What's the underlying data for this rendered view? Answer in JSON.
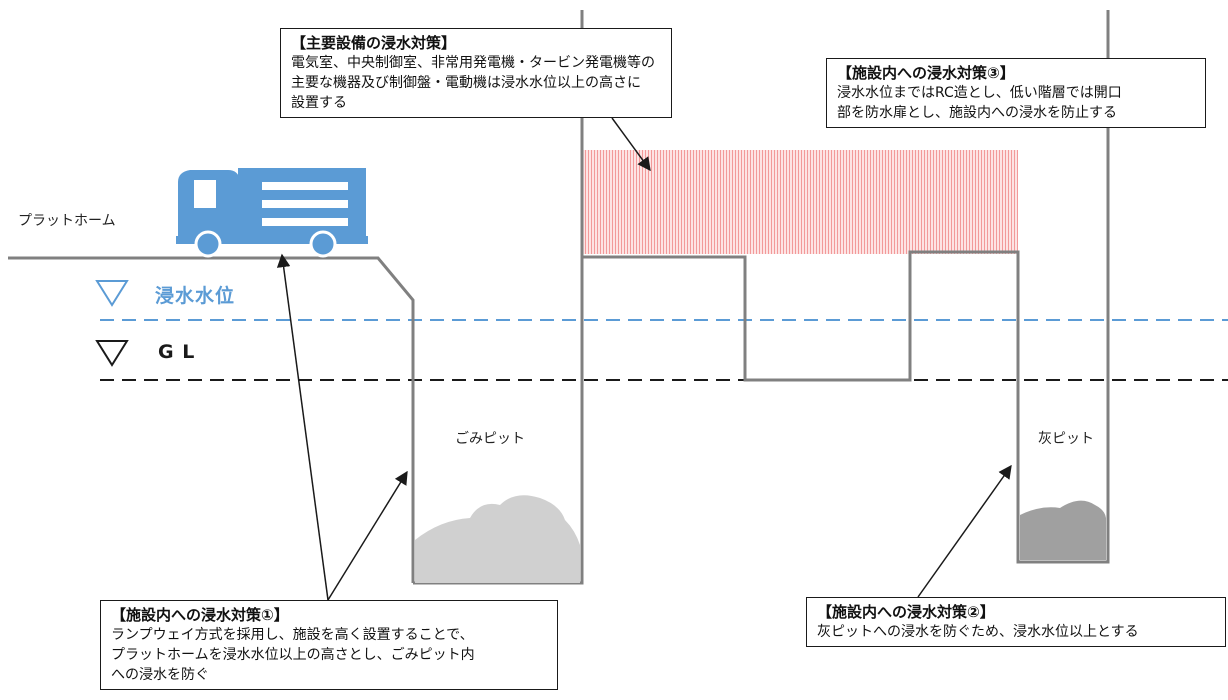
{
  "labels": {
    "platform": "プラットホーム",
    "flood_level": "浸水水位",
    "ground_level": "G L",
    "garbage_pit": "ごみピット",
    "ash_pit": "灰ピット",
    "level_marker": "▽"
  },
  "callouts": {
    "main_equipment": {
      "title": "【主要設備の浸水対策】",
      "lines": [
        "電気室、中央制御室、非常用発電機・タービン発電機等の",
        "主要な機器及び制御盤・電動機は浸水水位以上の高さに",
        "設置する"
      ]
    },
    "measure_3": {
      "title": "【施設内への浸水対策③】",
      "lines": [
        "浸水水位まではRC造とし、低い階層では開口",
        "部を防水扉とし、施設内への浸水を防止する"
      ]
    },
    "measure_1": {
      "title": "【施設内への浸水対策①】",
      "lines": [
        "ランプウェイ方式を採用し、施設を高く設置することで、",
        "プラットホームを浸水水位以上の高さとし、ごみピット内",
        "への浸水を防ぐ"
      ]
    },
    "measure_2": {
      "title": "【施設内への浸水対策②】",
      "lines": [
        "灰ピットへの浸水を防ぐため、浸水水位以上とする"
      ]
    }
  },
  "colors": {
    "truck": "#5b9bd5",
    "flood_line": "#5b9bd5",
    "gl_line": "#1a1a1a",
    "structure": "#808080",
    "garbage": "#d0d0d0",
    "ash": "#a0a0a0",
    "hatch": "#f4a0a0"
  },
  "icons": {
    "truck": "garbage-truck-icon",
    "level": "water-level-triangle-icon"
  }
}
